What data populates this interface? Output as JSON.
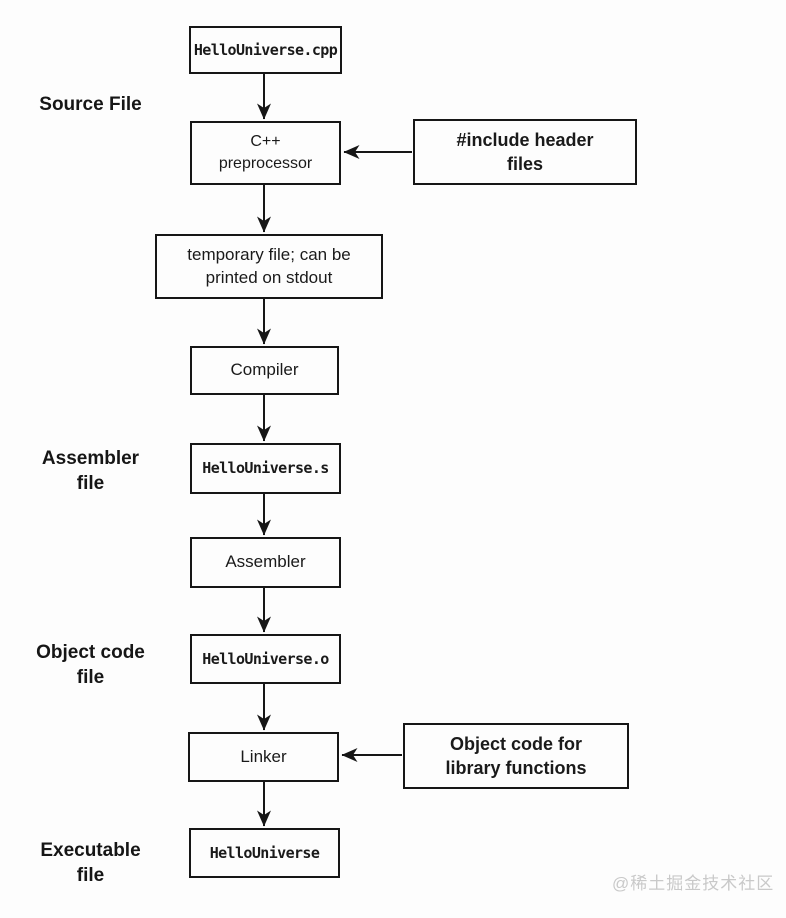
{
  "flow": {
    "stage_labels": {
      "source": "Source File",
      "assembler": "Assembler\nfile",
      "object_code": "Object code\nfile",
      "executable": "Executable\nfile"
    },
    "nodes": {
      "source_file": "HelloUniverse.cpp",
      "preprocessor": "C++\npreprocessor",
      "temp_file": "temporary file; can be\nprinted on stdout",
      "compiler": "Compiler",
      "assembly_file": "HelloUniverse.s",
      "assembler": "Assembler",
      "object_file": "HelloUniverse.o",
      "linker": "Linker",
      "executable_file": "HelloUniverse"
    },
    "inputs": {
      "header_files": "#include header\nfiles",
      "library_objects": "Object code for\nlibrary functions"
    }
  },
  "watermark": "@稀土掘金技术社区",
  "colors": {
    "line": "#161616",
    "text": "#1a1a1a",
    "background": "#fdfdfd",
    "watermark_text": "#c9c9c9"
  }
}
